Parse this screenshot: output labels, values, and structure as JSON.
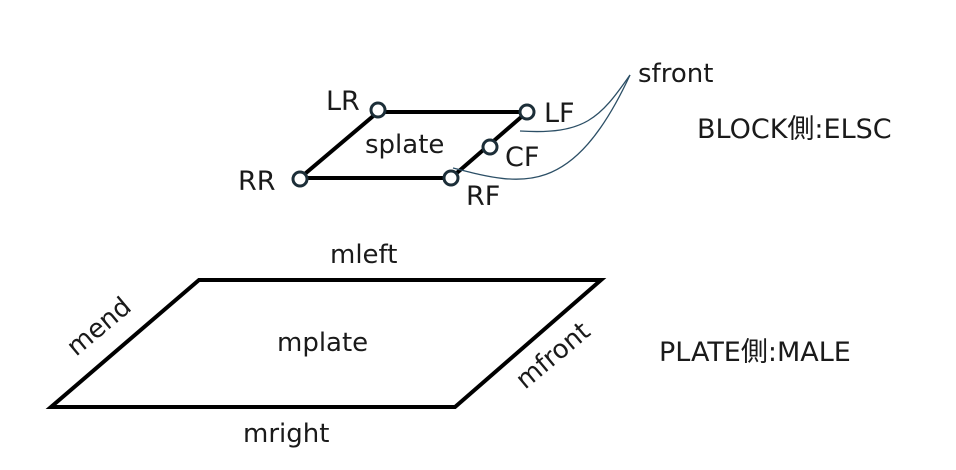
{
  "block": {
    "side_label": "BLOCK側:ELSC",
    "plate_label": "splate",
    "callout_label": "sfront",
    "points": {
      "lr": "LR",
      "lf": "LF",
      "cf": "CF",
      "rr": "RR",
      "rf": "RF"
    }
  },
  "plate": {
    "side_label": "PLATE側:MALE",
    "plate_label": "mplate",
    "edges": {
      "left": "mleft",
      "right": "mright",
      "end": "mend",
      "front": "mfront"
    }
  },
  "colors": {
    "outline": "#000000",
    "point": "#1c2e38",
    "callout": "#2c4f66",
    "text": "#1a1a1a"
  }
}
